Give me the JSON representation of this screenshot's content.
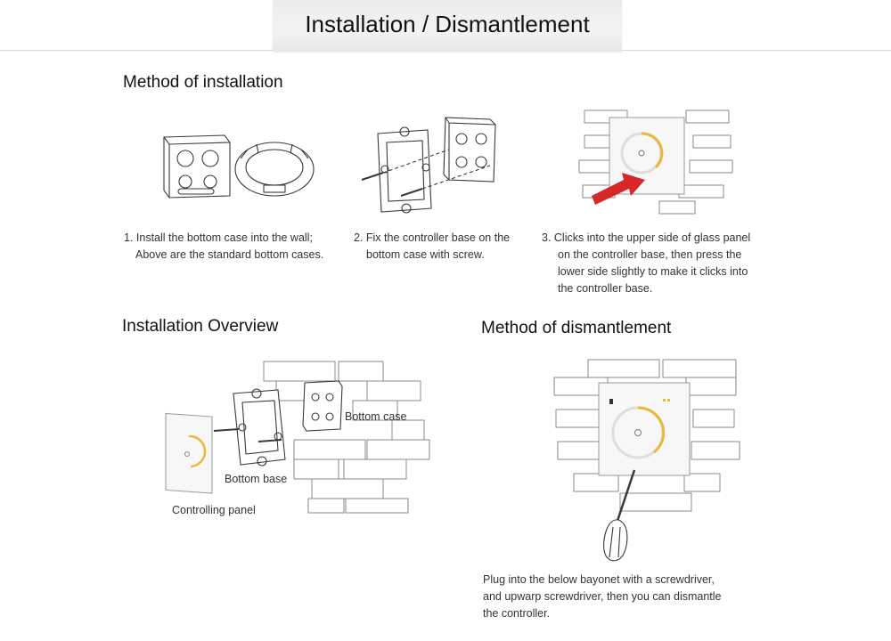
{
  "title": "Installation / Dismantlement",
  "sections": {
    "installation": {
      "heading": "Method of installation",
      "steps": [
        {
          "lines": [
            "1. Install the bottom case into the wall;",
            "Above are the standard bottom cases."
          ]
        },
        {
          "lines": [
            "2. Fix the controller base on the",
            "bottom case with screw."
          ]
        },
        {
          "lines": [
            "3. Clicks into the upper side of glass panel",
            "on the controller base, then press the",
            "lower side slightly to make it clicks into",
            "the controller base."
          ]
        }
      ]
    },
    "overview": {
      "heading": "Installation Overview",
      "labels": {
        "bottom_case": "Bottom case",
        "bottom_base": "Bottom base",
        "controlling_panel": "Controlling panel"
      }
    },
    "dismantlement": {
      "heading": "Method of dismantlement",
      "lines": [
        "Plug into the below bayonet with a screwdriver,",
        "and upwarp screwdriver, then you can dismantle",
        "the controller."
      ]
    }
  },
  "colors": {
    "accent_dial": "#e8b93a",
    "arrow": "#d62828",
    "banner": "#ececec"
  }
}
